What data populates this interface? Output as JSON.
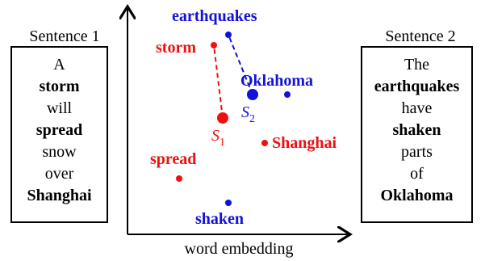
{
  "colors": {
    "sentence1": "#ee1111",
    "sentence2": "#1111dd",
    "axis": "#000000"
  },
  "sentence1": {
    "title": "Sentence 1",
    "tokens": [
      {
        "text": "A",
        "bold": false
      },
      {
        "text": "storm",
        "bold": true
      },
      {
        "text": "will",
        "bold": false
      },
      {
        "text": "spread",
        "bold": true
      },
      {
        "text": "snow",
        "bold": false
      },
      {
        "text": "over",
        "bold": false
      },
      {
        "text": "Shanghai",
        "bold": true
      }
    ]
  },
  "sentence2": {
    "title": "Sentence 2",
    "tokens": [
      {
        "text": "The",
        "bold": false
      },
      {
        "text": "earthquakes",
        "bold": true
      },
      {
        "text": "have",
        "bold": false
      },
      {
        "text": "shaken",
        "bold": true
      },
      {
        "text": "parts",
        "bold": false
      },
      {
        "text": "of",
        "bold": false
      },
      {
        "text": "Oklahoma",
        "bold": true
      }
    ]
  },
  "embedding": {
    "xlabel": "word embedding",
    "words": [
      {
        "label": "storm",
        "group": "sentence1"
      },
      {
        "label": "spread",
        "group": "sentence1"
      },
      {
        "label": "Shanghai",
        "group": "sentence1"
      },
      {
        "label": "earthquakes",
        "group": "sentence2"
      },
      {
        "label": "shaken",
        "group": "sentence2"
      },
      {
        "label": "Oklahoma",
        "group": "sentence2"
      }
    ],
    "centroids": [
      {
        "label": "S",
        "sub": "1",
        "group": "sentence1"
      },
      {
        "label": "S",
        "sub": "2",
        "group": "sentence2"
      }
    ],
    "links": [
      {
        "from": "S1",
        "to": "storm",
        "group": "sentence1"
      },
      {
        "from": "S2",
        "to": "earthquakes",
        "group": "sentence2"
      }
    ]
  }
}
